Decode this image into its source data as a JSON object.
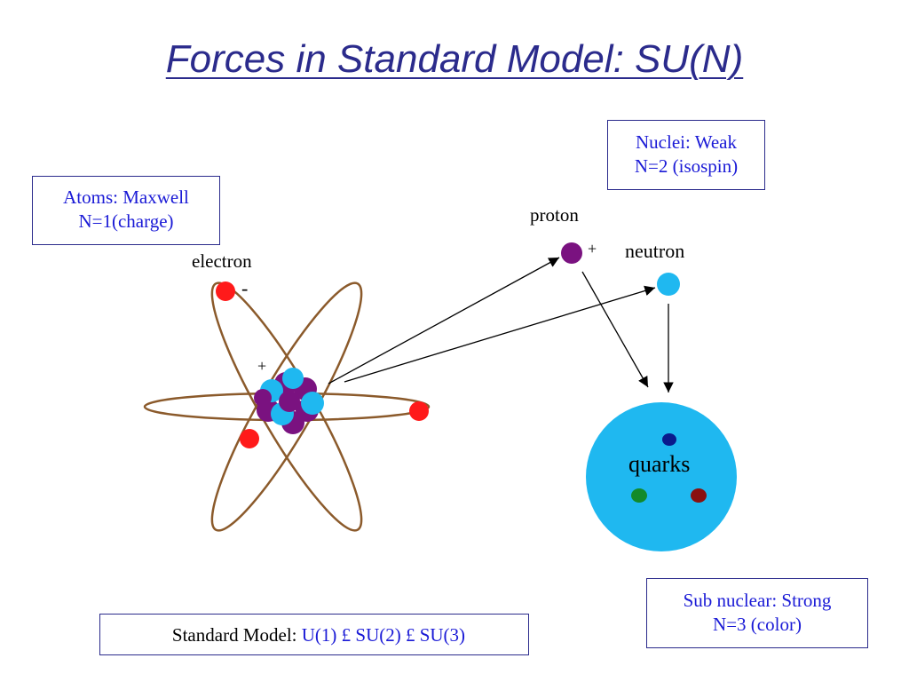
{
  "title": "Forces in Standard Model: SU(N)",
  "boxes": {
    "atoms": {
      "line1": "Atoms: Maxwell",
      "line2": "N=1(charge)"
    },
    "nuclei": {
      "line1": "Nuclei: Weak",
      "line2": "N=2 (isospin)"
    },
    "subnuclear": {
      "line1": "Sub nuclear: Strong",
      "line2": "N=3 (color)"
    }
  },
  "labels": {
    "electron": "electron",
    "electron_sign": "-",
    "nucleus_sign": "+",
    "proton": "proton",
    "proton_sign": "+",
    "neutron": "neutron",
    "quarks": "quarks"
  },
  "standard_model": {
    "prefix": "Standard Model: ",
    "formula": "U(1) £ SU(2) £ SU(3)"
  },
  "colors": {
    "title": "#2b2b8c",
    "box_text": "#1a1ad6",
    "electron": "#ff1a1a",
    "proton": "#7a1280",
    "neutron": "#1fb8f0",
    "orbit": "#8b5a2b",
    "quark_blue": "#0a1a8c",
    "quark_green": "#138a2a",
    "quark_red": "#8a1010"
  }
}
